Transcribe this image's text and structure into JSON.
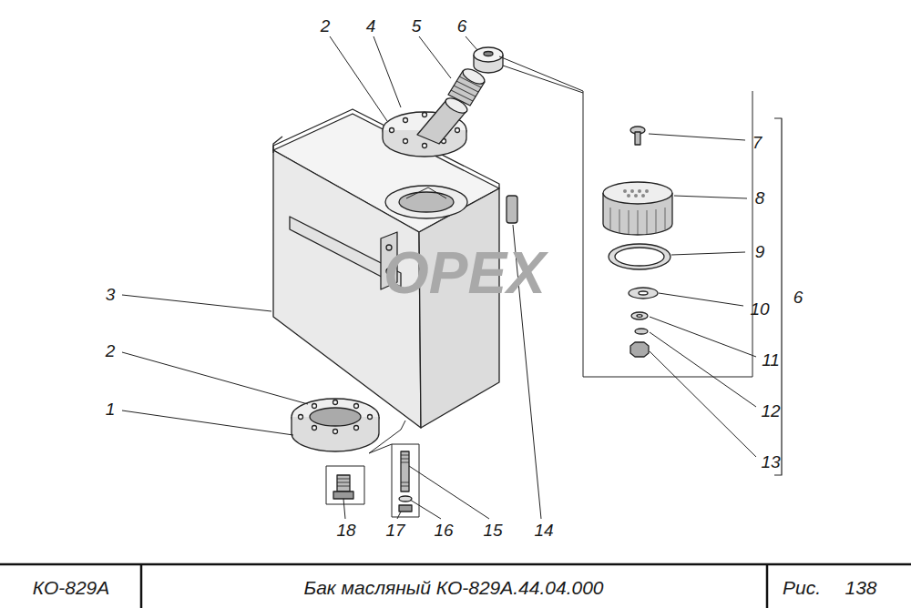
{
  "diagram": {
    "title": "Бак масляный КО-829А.44.04.000",
    "labels": [
      "2",
      "4",
      "5",
      "6",
      "7",
      "8",
      "9",
      "10",
      "6",
      "11",
      "12",
      "13",
      "3",
      "2",
      "1",
      "18",
      "17",
      "16",
      "15",
      "14",
      "OPEX",
      "КО-829А",
      "Рис.",
      "138"
    ]
  }
}
